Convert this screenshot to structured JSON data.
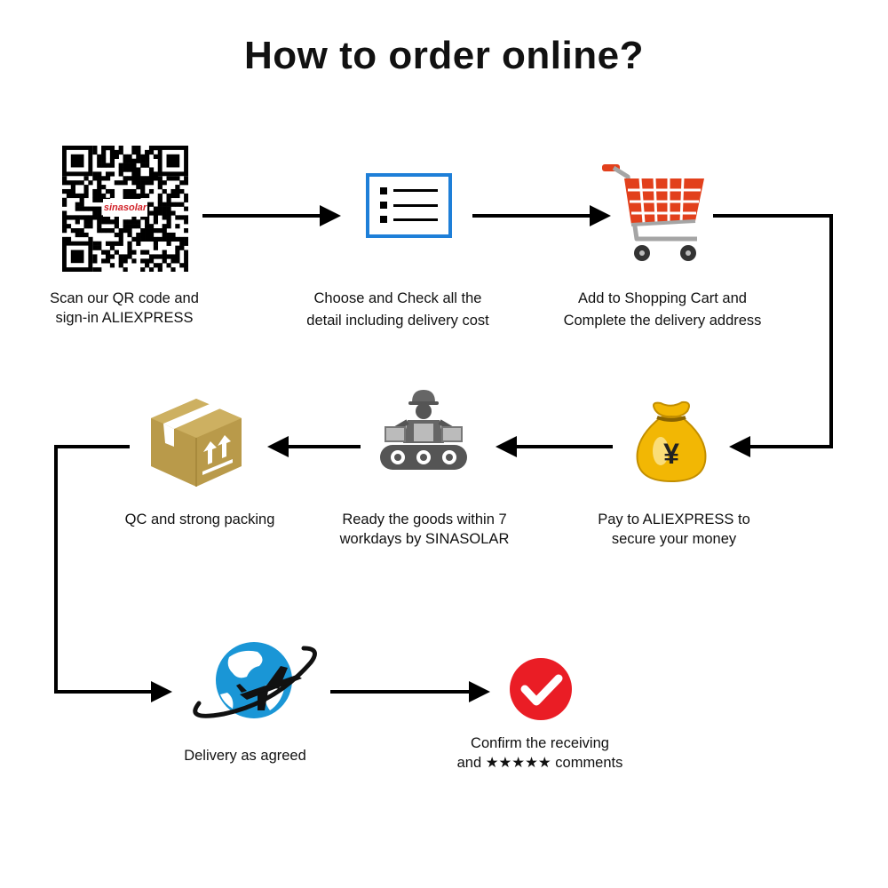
{
  "title": "How to order online?",
  "qr_brand": "sinasolar",
  "steps": [
    {
      "icon": "qr-code-icon",
      "lines": [
        "Scan our QR code and",
        "sign-in ALIEXPRESS"
      ]
    },
    {
      "icon": "checklist-icon",
      "lines": [
        "Choose and Check all the",
        "detail including delivery cost"
      ]
    },
    {
      "icon": "shopping-cart-icon",
      "lines": [
        "Add to Shopping Cart and",
        "Complete the delivery address"
      ]
    },
    {
      "icon": "money-bag-icon",
      "lines": [
        "Pay to ALIEXPRESS to",
        "secure your money"
      ]
    },
    {
      "icon": "worker-conveyor-icon",
      "lines": [
        "Ready the goods within 7",
        "workdays by SINASOLAR"
      ]
    },
    {
      "icon": "package-box-icon",
      "lines": [
        "QC and strong packing"
      ]
    },
    {
      "icon": "globe-airplane-icon",
      "lines": [
        "Delivery as agreed"
      ]
    },
    {
      "icon": "red-check-icon",
      "lines": [
        "Confirm the receiving",
        "and ★★★★★ comments"
      ]
    }
  ],
  "colors": {
    "arrow": "#000000",
    "checklist_border": "#1e7fd8",
    "cart": "#e2401c",
    "money_bag": "#f2b704",
    "package": "#b99a4a",
    "globe": "#1a96d6",
    "check_circle": "#ea1d25"
  },
  "bag_symbol": "¥"
}
